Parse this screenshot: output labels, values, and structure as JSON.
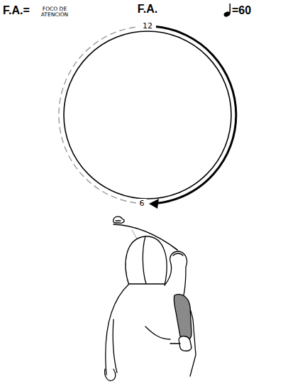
{
  "diagram": {
    "labels": [
      "F.A.=",
      "FOCO DE ATENCIÓN",
      "F.A.",
      "12",
      "6",
      "=60"
    ]
  }
}
